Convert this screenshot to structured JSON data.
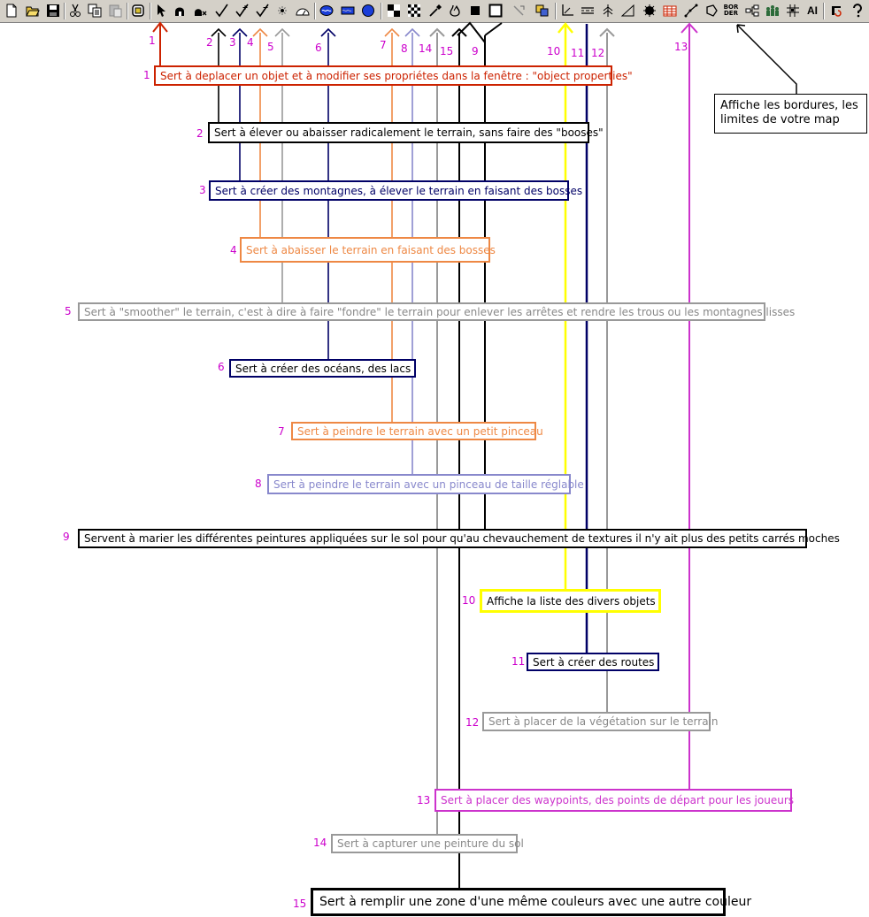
{
  "toolbar": {
    "text_buttons": {
      "border": "BOR\nDER",
      "ai": "AI"
    },
    "icons": [
      "new-icon",
      "open-icon",
      "save-icon",
      "cut-icon",
      "copy-icon",
      "paste-icon",
      "object-list-icon",
      "select-arrow-icon",
      "raise-lower-icon",
      "sword-icon",
      "check-icon",
      "brush-plus-icon",
      "brush-minus-icon",
      "smooth-icon",
      "elevation-icon",
      "ocean-icon",
      "water-icon",
      "lake-icon",
      "checker-icon",
      "checker-large-icon",
      "eyedropper-icon",
      "blend-icon",
      "fill-icon",
      "square-icon",
      "cliff-icon",
      "copy-object-icon",
      "axis-icon",
      "road-icon",
      "tree-icon",
      "slope-icon",
      "blob-icon",
      "wall-icon",
      "waypoint-icon",
      "polygon-icon",
      "link-icon",
      "group-icon",
      "grid-icon",
      "unit-list-icon",
      "help-icon"
    ]
  },
  "colors": {
    "red": "#cc2200",
    "black": "#000000",
    "navy": "#000066",
    "orange": "#ee8844",
    "gray": "#999999",
    "lavender": "#8888cc",
    "yellow": "#ffff00",
    "magenta": "#cc33cc",
    "number": "#cc00cc"
  },
  "pointer_labels": {
    "p1": "1",
    "p2": "2",
    "p3": "3",
    "p4": "4",
    "p5": "5",
    "p6": "6",
    "p7": "7",
    "p8": "8",
    "p14": "14",
    "p15": "15",
    "p9": "9",
    "p10": "10",
    "p11": "11",
    "p12": "12",
    "p13": "13"
  },
  "note": "Affiche les bordures, les limites de votre map",
  "items": [
    {
      "num": "1",
      "text": "Sert à deplacer un objet et à modifier ses propriétes dans la fenêtre : \"object properties\""
    },
    {
      "num": "2",
      "text": "Sert à élever ou abaisser radicalement le terrain, sans faire des \"booses\""
    },
    {
      "num": "3",
      "text": "Sert à créer des montagnes, à élever le terrain en faisant des bosses"
    },
    {
      "num": "4",
      "text": "Sert à abaisser le terrain en faisant des bosses"
    },
    {
      "num": "5",
      "text": "Sert à \"smoother\" le terrain, c'est à dire à  faire \"fondre\" le terrain pour enlever les arrêtes et rendre les trous ou les montagnes lisses"
    },
    {
      "num": "6",
      "text": "Sert à créer des océans, des lacs"
    },
    {
      "num": "7",
      "text": "Sert à peindre le terrain avec un petit pinceau"
    },
    {
      "num": "8",
      "text": "Sert à peindre le terrain avec un pinceau de taille réglable"
    },
    {
      "num": "9",
      "text": "Servent à marier les différentes peintures appliquées sur le sol pour qu'au chevauchement de textures il n'y ait plus des petits carrés moches"
    },
    {
      "num": "10",
      "text": "Affiche la liste des divers objets"
    },
    {
      "num": "11",
      "text": "Sert à créer des routes"
    },
    {
      "num": "12",
      "text": "Sert à placer de la végétation sur le terrain"
    },
    {
      "num": "13",
      "text": "Sert à placer des waypoints, des points de départ pour les joueurs"
    },
    {
      "num": "14",
      "text": "Sert à capturer une peinture du sol"
    },
    {
      "num": "15",
      "text": "Sert à remplir une zone d'une même couleurs avec une autre couleur"
    }
  ]
}
